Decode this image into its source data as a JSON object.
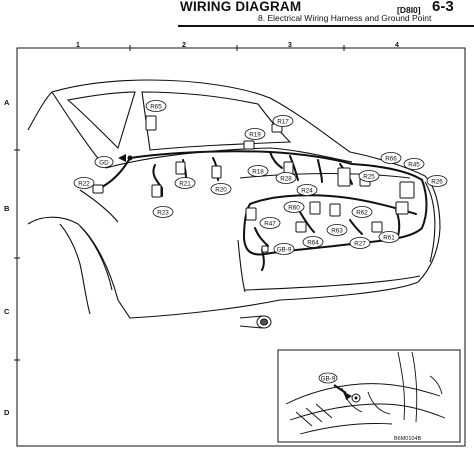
{
  "header": {
    "title": "WIRING DIAGRAM",
    "code": "[D8I0]",
    "page": "6-3",
    "subtitle": "8.  Electrical Wiring Harness and Ground Point"
  },
  "grid": {
    "columns": [
      "1",
      "2",
      "3",
      "4"
    ],
    "rows": [
      "A",
      "B",
      "C",
      "D"
    ]
  },
  "connectors": {
    "R65": "R65",
    "R17": "R17",
    "R19": "R19",
    "GD": "GD",
    "R66": "R66",
    "R45": "R45",
    "R22": "R22",
    "R21": "R21",
    "R20": "R20",
    "R18": "R18",
    "R25": "R25",
    "R26": "R26",
    "R24": "R24",
    "R23": "R23",
    "R28": "R28",
    "R60": "R60",
    "R62": "R62",
    "R47": "R47",
    "R63": "R63",
    "R61": "R61",
    "GB9": "GB-9",
    "R64": "R64",
    "R27": "R27"
  },
  "inset": {
    "ground_label": "GB-9",
    "figure_code": "B6M0104B"
  }
}
